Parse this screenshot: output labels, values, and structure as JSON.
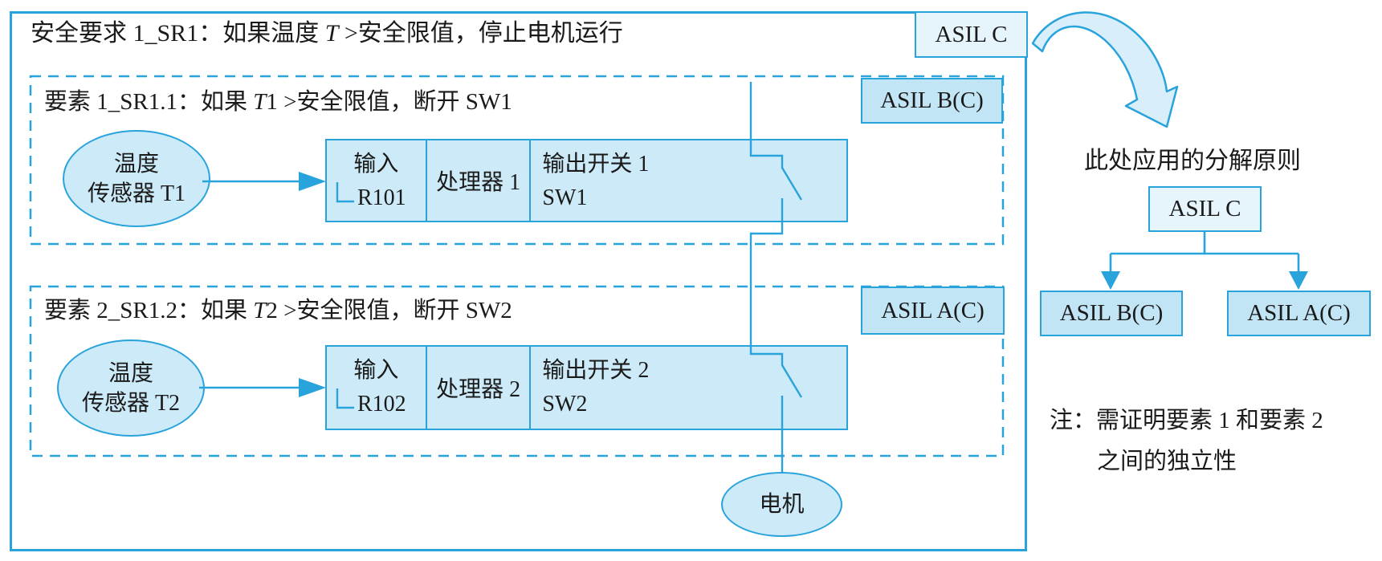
{
  "colors": {
    "accent": "#29A3DB",
    "fill_light": "#CDEAF8",
    "fill_lighter": "#E6F4FC",
    "fill_badge": "#C2E5F6",
    "text": "#1A1A1A"
  },
  "outer_box": {
    "title_pre": "安全要求 1_SR1：如果温度 ",
    "title_var": "T",
    "title_post": " >安全限值，停止电机运行",
    "asil_label": "ASIL C"
  },
  "elements": [
    {
      "header_pre": "要素 1_SR1.1：如果 ",
      "header_var": "T",
      "header_post": "1 >安全限值，断开 SW1",
      "asil_label": "ASIL B(C)",
      "sensor_line1": "温度",
      "sensor_line2": "传感器 T1",
      "cell_input_line1": "输入",
      "cell_input_line2": "R101",
      "cell_processor": "处理器 1",
      "cell_switch_line1": "输出开关 1",
      "cell_switch_line2": "SW1"
    },
    {
      "header_pre": "要素 2_SR1.2：如果 ",
      "header_var": "T",
      "header_post": "2 >安全限值，断开 SW2",
      "asil_label": "ASIL A(C)",
      "sensor_line1": "温度",
      "sensor_line2": "传感器 T2",
      "cell_input_line1": "输入",
      "cell_input_line2": "R102",
      "cell_processor": "处理器 2",
      "cell_switch_line1": "输出开关 2",
      "cell_switch_line2": "SW2"
    }
  ],
  "motor": {
    "label": "电机"
  },
  "decomposition": {
    "caption": "此处应用的分解原则",
    "root_label": "ASIL C",
    "left_label": "ASIL B(C)",
    "right_label": "ASIL A(C)",
    "note_line1": "注：需证明要素 1 和要素 2",
    "note_line2": "之间的独立性"
  }
}
